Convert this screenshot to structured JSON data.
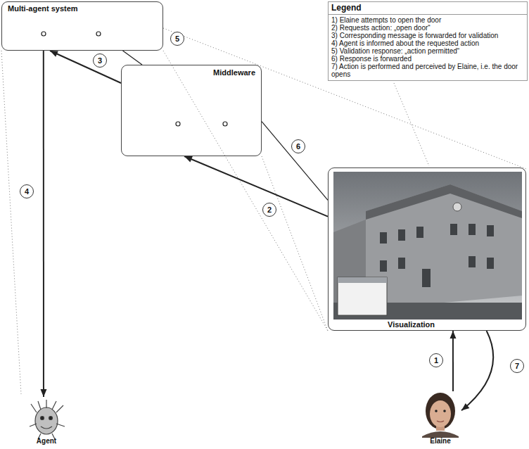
{
  "diagram": {
    "nodes": [
      {
        "text": [
          "Multi-agent system"
        ]
      },
      {
        "text": [
          "Middleware"
        ]
      },
      {
        "text": [
          "Visualization"
        ]
      },
      {
        "text": [
          "Agent"
        ]
      },
      {
        "text": [
          "Elaine"
        ]
      }
    ],
    "edges": [
      {
        "from": 4,
        "to": 2,
        "arrow": "to",
        "label": "1"
      },
      {
        "from": 2,
        "to": 1,
        "arrow": "to",
        "label": "2"
      },
      {
        "from": 1,
        "to": 0,
        "arrow": "to",
        "label": "3"
      },
      {
        "from": 0,
        "to": 3,
        "arrow": "to",
        "label": "4"
      },
      {
        "from": 0,
        "to": 1,
        "arrow": "none",
        "label": "5"
      },
      {
        "from": 1,
        "to": 2,
        "arrow": "none",
        "label": "6"
      },
      {
        "from": 2,
        "to": 4,
        "arrow": "to",
        "label": "7"
      }
    ],
    "labels": [
      "Legend"
    ],
    "legend": [
      {
        "text": "1) Elaine attempts to open the door"
      },
      {
        "text": "2) Requests action: „open door“"
      },
      {
        "text": "3) Corresponding message is forwarded for validation"
      },
      {
        "text": "4) Agent is informed about the requested action"
      },
      {
        "text": "5) Validation response: „action permitted“"
      },
      {
        "text": "6) Response is forwarded"
      },
      {
        "text": "7) Action is performed and perceived by Elaine, i.e. the door opens"
      }
    ]
  }
}
